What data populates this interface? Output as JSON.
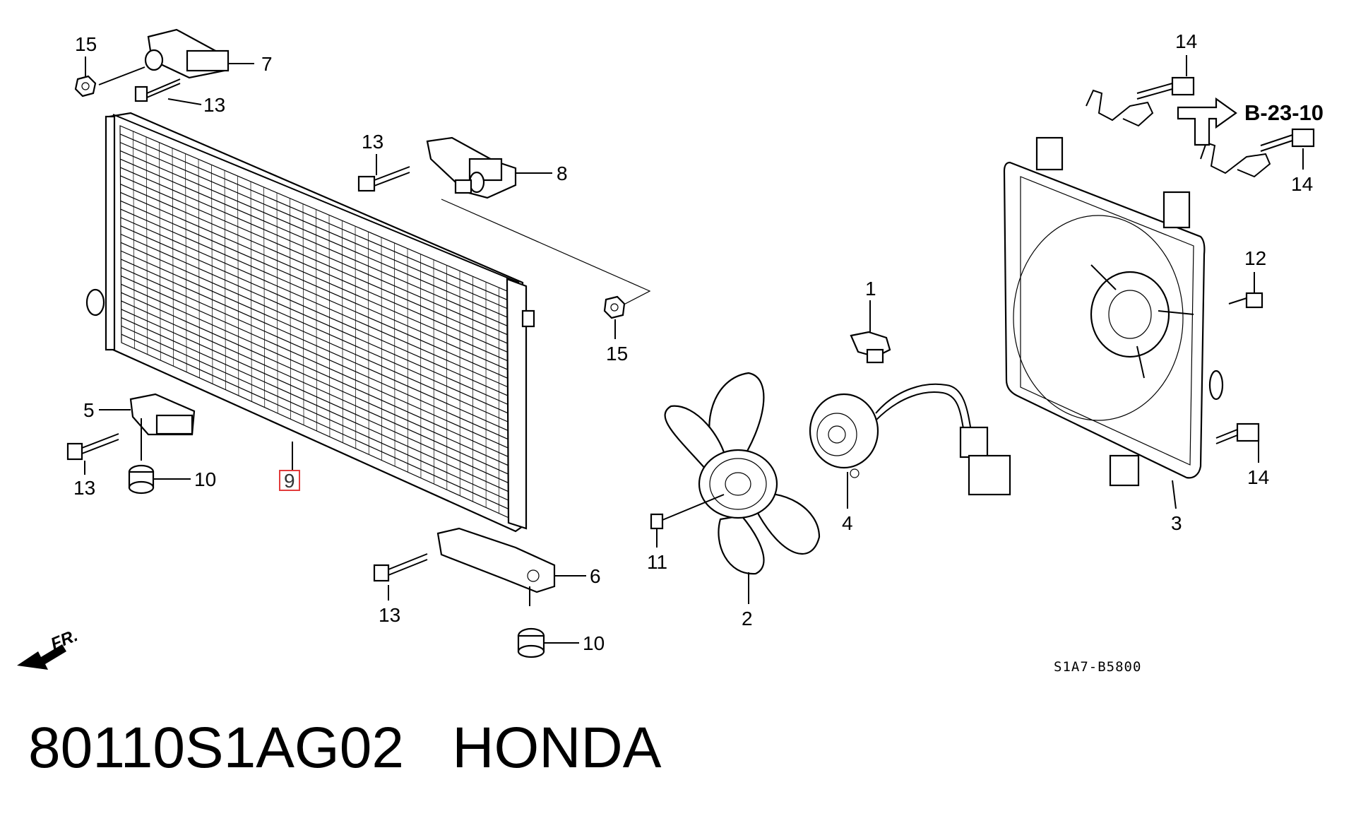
{
  "caption": {
    "part_number": "80110S1AG02",
    "brand": "HONDA"
  },
  "diagram": {
    "reference": "B-23-10",
    "drawing_code": "S1A7-B5800",
    "front_label": "FR.",
    "highlighted_callout": "9",
    "callouts": {
      "c1": "1",
      "c2": "2",
      "c3": "3",
      "c4": "4",
      "c5": "5",
      "c6": "6",
      "c7": "7",
      "c8": "8",
      "c9": "9",
      "c10a": "10",
      "c10b": "10",
      "c11": "11",
      "c12": "12",
      "c13a": "13",
      "c13b": "13",
      "c13c": "13",
      "c13d": "13",
      "c14a": "14",
      "c14b": "14",
      "c14c": "14",
      "c15a": "15",
      "c15b": "15"
    }
  },
  "colors": {
    "ink": "#000000",
    "highlight": "#e23b3b",
    "background": "#ffffff"
  }
}
